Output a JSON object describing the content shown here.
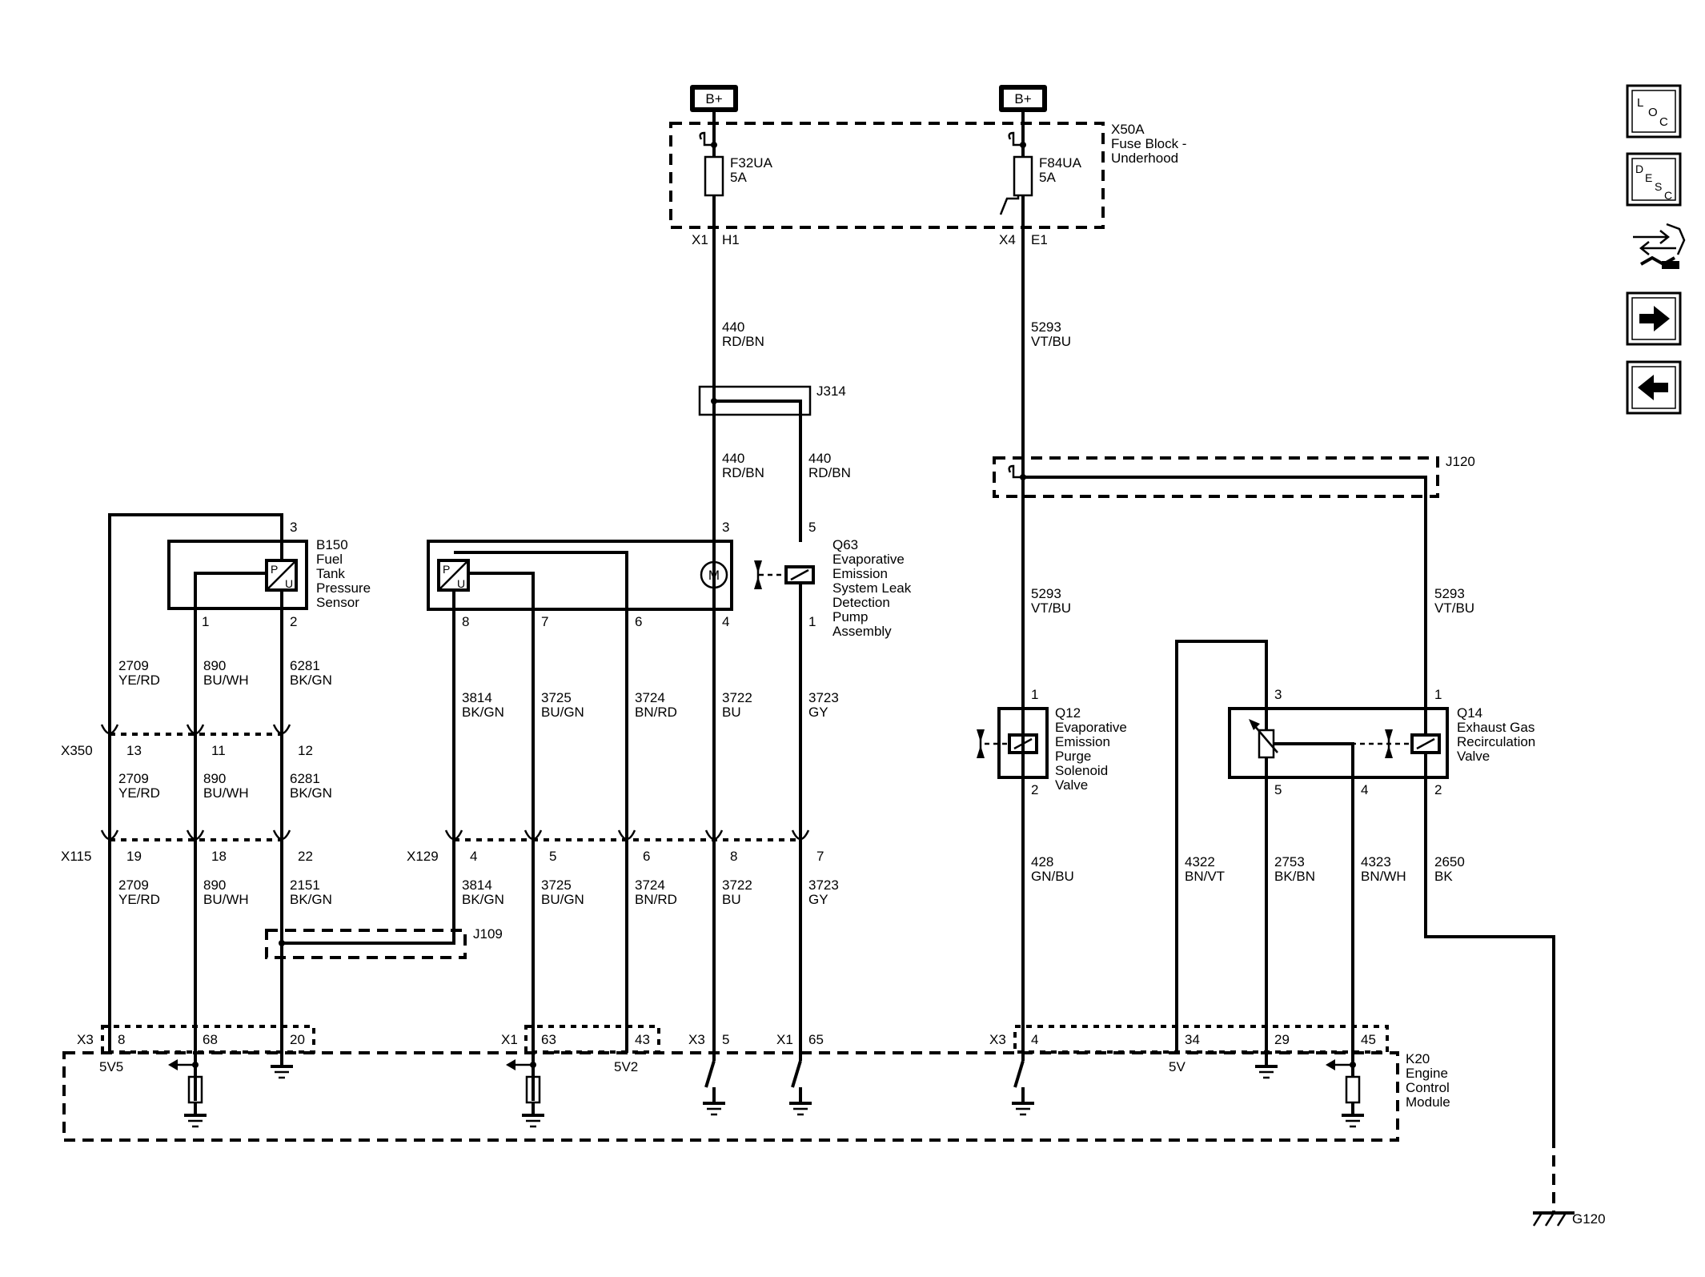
{
  "power": {
    "bplus_1": "B+",
    "bplus_2": "B+"
  },
  "fuse_block": {
    "id": "X50A",
    "name_1": "Fuse Block -",
    "name_2": "Underhood",
    "fuse1": {
      "id": "F32UA",
      "rating": "5A",
      "conn": "X1",
      "pin": "H1"
    },
    "fuse2": {
      "id": "F84UA",
      "rating": "5A",
      "conn": "X4",
      "pin": "E1"
    }
  },
  "splices": {
    "j314": "J314",
    "j120": "J120",
    "j109": "J109"
  },
  "components": {
    "b150": {
      "id": "B150",
      "lines": [
        "Fuel",
        "Tank",
        "Pressure",
        "Sensor"
      ],
      "pins": [
        "3",
        "1",
        "2"
      ]
    },
    "q63": {
      "id": "Q63",
      "lines": [
        "Evaporative",
        "Emission",
        "System Leak",
        "Detection",
        "Pump",
        "Assembly"
      ],
      "pins": [
        "3",
        "5",
        "8",
        "7",
        "6",
        "4",
        "1"
      ]
    },
    "q12": {
      "id": "Q12",
      "lines": [
        "Evaporative",
        "Emission",
        "Purge",
        "Solenoid",
        "Valve"
      ],
      "pins": [
        "1",
        "2"
      ]
    },
    "q14": {
      "id": "Q14",
      "lines": [
        "Exhaust Gas",
        "Recirculation",
        "Valve"
      ],
      "pins": [
        "3",
        "1",
        "5",
        "4",
        "2"
      ]
    },
    "k20": {
      "id": "K20",
      "lines": [
        "Engine",
        "Control",
        "Module"
      ]
    },
    "g120": "G120",
    "sensor_glyph": {
      "p": "P",
      "u": "U"
    },
    "motor": "M"
  },
  "wires": {
    "w440a": {
      "num": "440",
      "color": "RD/BN"
    },
    "w5293a": {
      "num": "5293",
      "color": "VT/BU"
    },
    "w440b": {
      "num": "440",
      "color": "RD/BN"
    },
    "w440c": {
      "num": "440",
      "color": "RD/BN"
    },
    "w5293b": {
      "num": "5293",
      "color": "VT/BU"
    },
    "w5293c": {
      "num": "5293",
      "color": "VT/BU"
    },
    "b150_a": {
      "num": "2709",
      "color": "YE/RD"
    },
    "b150_b": {
      "num": "890",
      "color": "BU/WH"
    },
    "b150_c": {
      "num": "6281",
      "color": "BK/GN"
    },
    "x350_a": {
      "num": "2709",
      "color": "YE/RD"
    },
    "x350_b": {
      "num": "890",
      "color": "BU/WH"
    },
    "x350_c": {
      "num": "6281",
      "color": "BK/GN"
    },
    "x115_a": {
      "num": "2709",
      "color": "YE/RD"
    },
    "x115_b": {
      "num": "890",
      "color": "BU/WH"
    },
    "x115_c": {
      "num": "2151",
      "color": "BK/GN"
    },
    "q63_a": {
      "num": "3814",
      "color": "BK/GN"
    },
    "q63_b": {
      "num": "3725",
      "color": "BU/GN"
    },
    "q63_c": {
      "num": "3724",
      "color": "BN/RD"
    },
    "q63_d": {
      "num": "3722",
      "color": "BU"
    },
    "q63_e": {
      "num": "3723",
      "color": "GY"
    },
    "x129_a": {
      "num": "3814",
      "color": "BK/GN"
    },
    "x129_b": {
      "num": "3725",
      "color": "BU/GN"
    },
    "x129_c": {
      "num": "3724",
      "color": "BN/RD"
    },
    "x129_d": {
      "num": "3722",
      "color": "BU"
    },
    "x129_e": {
      "num": "3723",
      "color": "GY"
    },
    "w428": {
      "num": "428",
      "color": "GN/BU"
    },
    "w4322": {
      "num": "4322",
      "color": "BN/VT"
    },
    "w2753": {
      "num": "2753",
      "color": "BK/BN"
    },
    "w4323": {
      "num": "4323",
      "color": "BN/WH"
    },
    "w2650": {
      "num": "2650",
      "color": "BK"
    }
  },
  "connectors": {
    "x350": {
      "id": "X350",
      "pins": [
        "13",
        "11",
        "12"
      ]
    },
    "x115": {
      "id": "X115",
      "pins": [
        "19",
        "18",
        "22"
      ]
    },
    "x129": {
      "id": "X129",
      "pins": [
        "4",
        "5",
        "6",
        "8",
        "7"
      ]
    }
  },
  "ecm": {
    "g1": {
      "conn": "X3",
      "pins": [
        "8",
        "68",
        "20"
      ]
    },
    "g2": {
      "conn": "X1",
      "pins": [
        "63",
        "43"
      ]
    },
    "g3": {
      "conn": "X3",
      "pin": "5"
    },
    "g4": {
      "conn": "X1",
      "pin": "65"
    },
    "g5": {
      "conn": "X3",
      "pins": [
        "4",
        "34",
        "29",
        "45"
      ]
    },
    "labels": {
      "v5a": "5V5",
      "v5b": "5V2",
      "v5c": "5V"
    }
  },
  "nav": {
    "loc": [
      "L",
      "O",
      "C"
    ],
    "desc": [
      "D",
      "E",
      "S",
      "C"
    ],
    "icons": [
      "loc-icon",
      "desc-icon",
      "connector-icon",
      "next-arrow-icon",
      "back-arrow-icon"
    ]
  }
}
